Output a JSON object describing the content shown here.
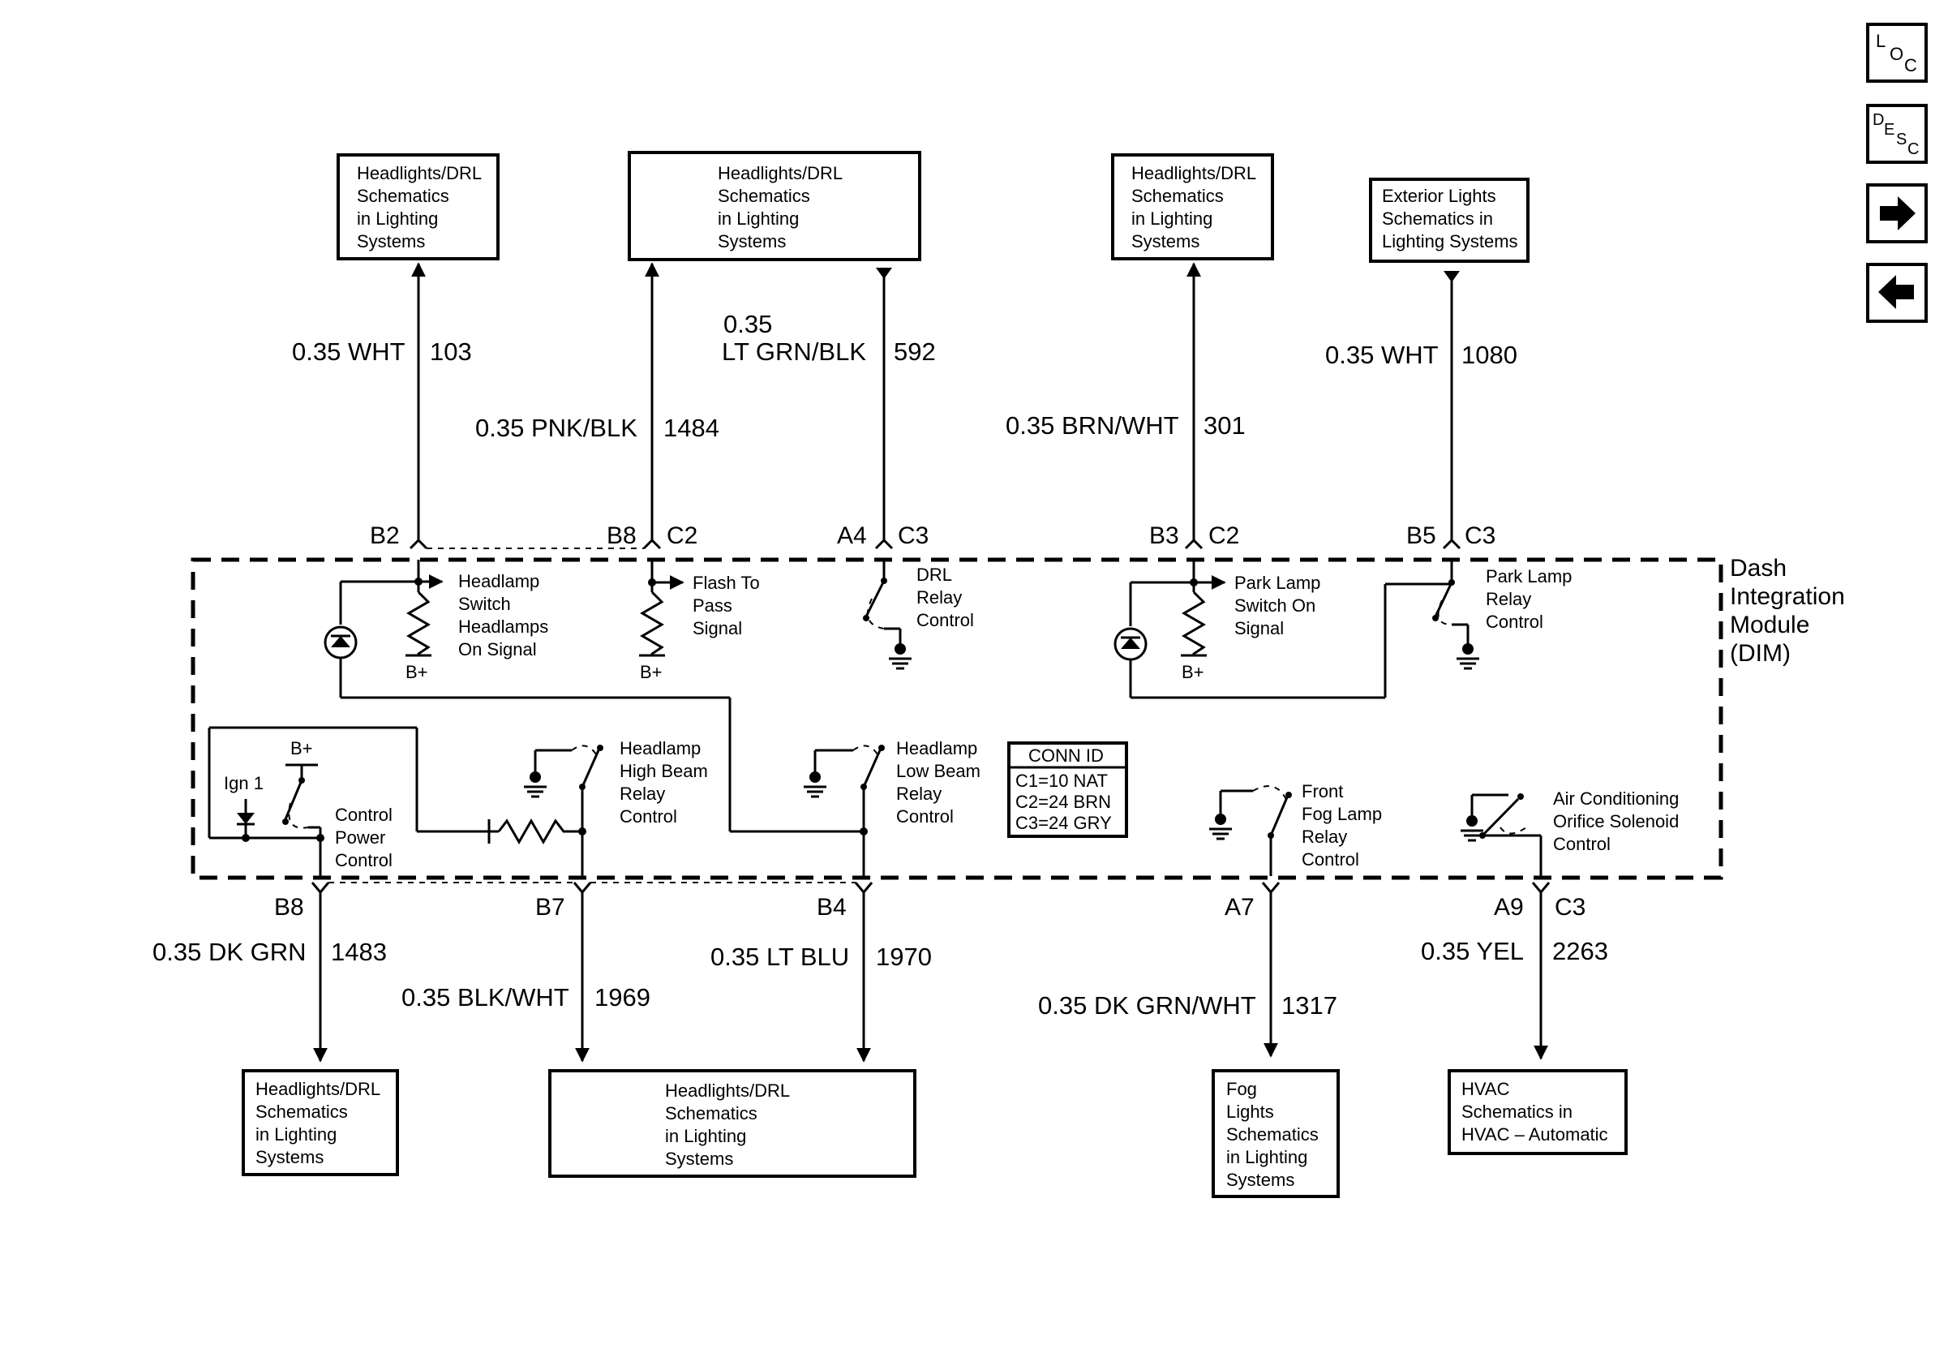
{
  "boxes": {
    "top1": [
      "Headlights/DRL",
      "Schematics",
      "in Lighting",
      "Systems"
    ],
    "top2": [
      "Headlights/DRL",
      "Schematics",
      "in Lighting",
      "Systems"
    ],
    "top3": [
      "Headlights/DRL",
      "Schematics",
      "in Lighting",
      "Systems"
    ],
    "top4": [
      "Exterior Lights",
      "Schematics in",
      "Lighting Systems"
    ],
    "bot1": [
      "Headlights/DRL",
      "Schematics",
      "in Lighting",
      "Systems"
    ],
    "bot2": [
      "Headlights/DRL",
      "Schematics",
      "in Lighting",
      "Systems"
    ],
    "bot3": [
      "Fog",
      "Lights",
      "Schematics",
      "in Lighting",
      "Systems"
    ],
    "bot4": [
      "HVAC",
      "Schematics in",
      "HVAC – Automatic"
    ]
  },
  "wires": {
    "w103": {
      "color": "0.35 WHT",
      "circuit": "103"
    },
    "w1484": {
      "color": "0.35 PNK/BLK",
      "circuit": "1484"
    },
    "w592": {
      "size": "0.35",
      "color": "LT GRN/BLK",
      "circuit": "592"
    },
    "w301": {
      "color": "0.35 BRN/WHT",
      "circuit": "301"
    },
    "w1080": {
      "color": "0.35 WHT",
      "circuit": "1080"
    },
    "w1483": {
      "color": "0.35 DK GRN",
      "circuit": "1483"
    },
    "w1969": {
      "color": "0.35 BLK/WHT",
      "circuit": "1969"
    },
    "w1970": {
      "color": "0.35 LT BLU",
      "circuit": "1970"
    },
    "w1317": {
      "color": "0.35 DK GRN/WHT",
      "circuit": "1317"
    },
    "w2263": {
      "color": "0.35 YEL",
      "circuit": "2263"
    }
  },
  "pins": {
    "top_b2": "B2",
    "top_b8": "B8",
    "top_c2a": "C2",
    "top_a4": "A4",
    "top_c3a": "C3",
    "top_b3": "B3",
    "top_c2b": "C2",
    "top_b5": "B5",
    "top_c3b": "C3",
    "bot_b8": "B8",
    "bot_b7": "B7",
    "bot_b4": "B4",
    "bot_a7": "A7",
    "bot_a9": "A9",
    "bot_c3": "C3"
  },
  "module": [
    "Dash",
    "Integration",
    "Module",
    "(DIM)"
  ],
  "internal": {
    "headlamp_switch": [
      "Headlamp",
      "Switch",
      "Headlamps",
      "On Signal"
    ],
    "flash_to_pass": [
      "Flash To",
      "Pass",
      "Signal"
    ],
    "drl_relay": [
      "DRL",
      "Relay",
      "Control"
    ],
    "park_lamp_switch": [
      "Park Lamp",
      "Switch On",
      "Signal"
    ],
    "park_lamp_relay": [
      "Park Lamp",
      "Relay",
      "Control"
    ],
    "control_power": [
      "Control",
      "Power",
      "Control"
    ],
    "high_beam": [
      "Headlamp",
      "High Beam",
      "Relay",
      "Control"
    ],
    "low_beam": [
      "Headlamp",
      "Low Beam",
      "Relay",
      "Control"
    ],
    "fog_lamp": [
      "Front",
      "Fog Lamp",
      "Relay",
      "Control"
    ],
    "ac_solenoid": [
      "Air Conditioning",
      "Orifice Solenoid",
      "Control"
    ],
    "bplus": "B+",
    "ign1": "Ign 1"
  },
  "conn_id": {
    "title": "CONN ID",
    "rows": [
      "C1=10 NAT",
      "C2=24 BRN",
      "C3=24 GRY"
    ]
  },
  "nav": {
    "loc": [
      "L",
      "O",
      "C"
    ],
    "desc": [
      "D",
      "E",
      "S",
      "C"
    ],
    "next_icon": "arrow-right-icon",
    "prev_icon": "arrow-left-icon"
  }
}
